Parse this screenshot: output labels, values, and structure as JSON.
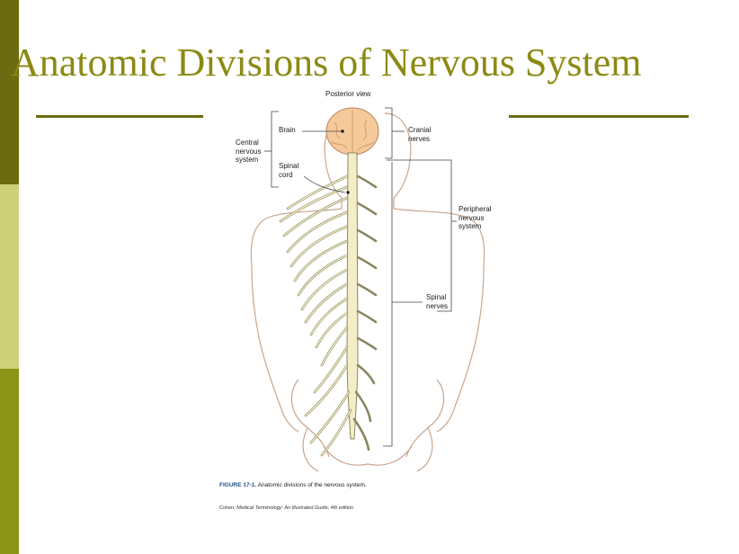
{
  "slide": {
    "title": "Anatomic Divisions of Nervous System"
  },
  "figure": {
    "view_label": "Posterior view",
    "labels": {
      "brain": "Brain",
      "spinal_cord": "Spinal\ncord",
      "cns": "Central\nnervous\nsystem",
      "cranial_nerves": "Cranial\nnerves",
      "pns": "Peripheral\nnervous\nsystem",
      "spinal_nerves": "Spinal\nnerves"
    },
    "caption_number": "FIGURE 17-1.",
    "caption_text": "Anatomic divisions of the nervous system.",
    "credit_prefix": "Cohen: ",
    "credit_title": "Medical Terminology: An Illustrated Guide",
    "credit_suffix": ", 4th edition"
  },
  "colors": {
    "accent_dark": "#6b6b0f",
    "accent_light": "#cfd17a",
    "accent_mid": "#8c9418",
    "title": "#8c8a14",
    "brain_fill": "#f5c99a",
    "nerve_fill": "#f3eec8",
    "nerve_stroke": "#8a8660",
    "body_stroke": "#c9a58c"
  }
}
